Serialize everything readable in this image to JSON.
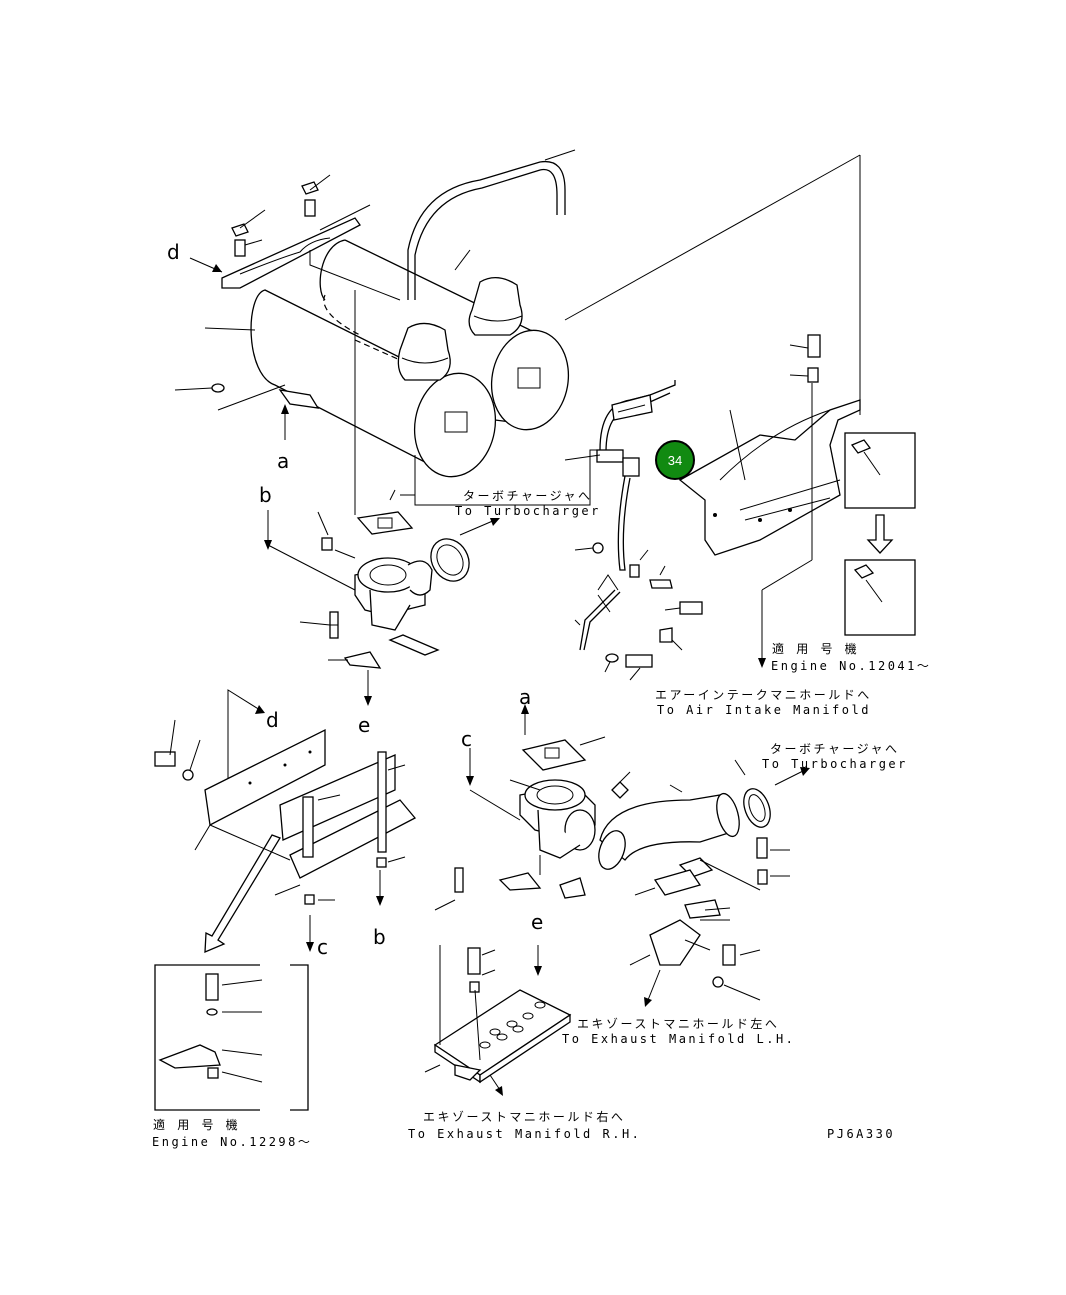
{
  "callout": {
    "number": "34"
  },
  "references": {
    "a1": "a",
    "a2": "a",
    "b1": "b",
    "b2": "b",
    "c1": "c",
    "c2": "c",
    "d1": "d",
    "d2": "d",
    "e1": "e",
    "e2": "e"
  },
  "notes": {
    "to_turbo_1_jp": "ターボチャージャへ",
    "to_turbo_1_en": "To Turbocharger",
    "engine_a_jp": "適 用 号 機",
    "engine_a_en": "Engine No.12041～",
    "air_intake_jp": "エアーインテークマニホールドへ",
    "air_intake_en": "To Air Intake Manifold",
    "to_turbo_2_jp": "ターボチャージャへ",
    "to_turbo_2_en": "To Turbocharger",
    "exhaust_lh_jp": "エキゾーストマニホールド左へ",
    "exhaust_lh_en": "To Exhaust Manifold L.H.",
    "exhaust_rh_jp": "エキゾーストマニホールド右へ",
    "exhaust_rh_en": "To Exhaust Manifold R.H.",
    "engine_b_jp": "適 用 号 機",
    "engine_b_en": "Engine No.12298～"
  },
  "drawing_code": "PJ6A330"
}
